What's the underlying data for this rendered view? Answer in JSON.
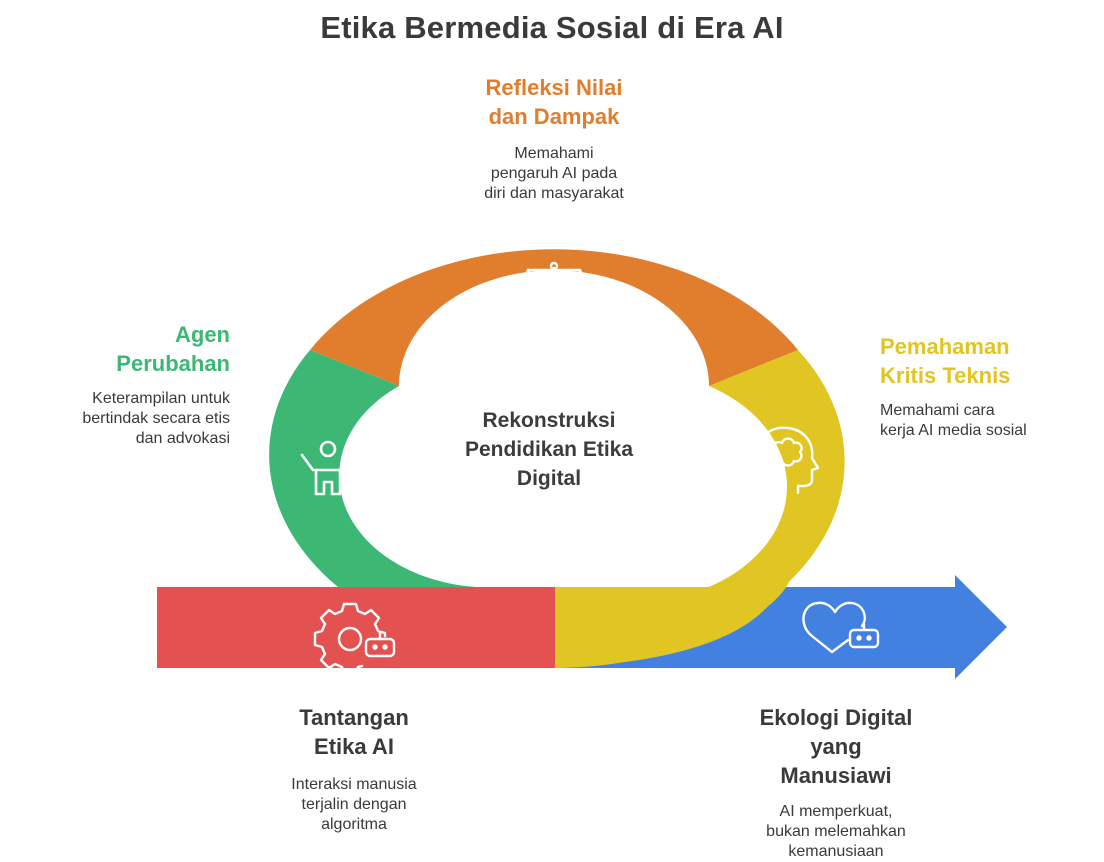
{
  "title": "Etika Bermedia Sosial di Era AI",
  "center_label": "Rekonstruksi\nPendidikan Etika\nDigital",
  "colors": {
    "orange": "#E07E2E",
    "green": "#3DB874",
    "yellow": "#E1C522",
    "red": "#E35151",
    "blue": "#4281E0",
    "heading_dark": "#3a3a3a"
  },
  "stages": {
    "refleksi": {
      "heading": "Refleksi Nilai\ndan Dampak",
      "description": "Memahami\npengaruh AI pada\ndiri dan masyarakat",
      "icon": "scale-icon"
    },
    "agen": {
      "heading": "Agen\nPerubahan",
      "description": "Keterampilan untuk\nbertindak secara etis\ndan advokasi",
      "icon": "person-icon"
    },
    "pemahaman": {
      "heading": "Pemahaman\nKritis Teknis",
      "description": "Memahami cara\nkerja AI media sosial",
      "icon": "brain-head-icon"
    },
    "tantangan": {
      "heading": "Tantangan\nEtika AI",
      "description": "Interaksi manusia\nterjalin dengan\nalgoritma",
      "icon": "gear-robot-icon"
    },
    "ekologi": {
      "heading": "Ekologi Digital\nyang\nManusiawi",
      "description": "AI memperkuat,\nbukan melemahkan\nkemanusiaan",
      "icon": "heart-robot-icon"
    }
  }
}
